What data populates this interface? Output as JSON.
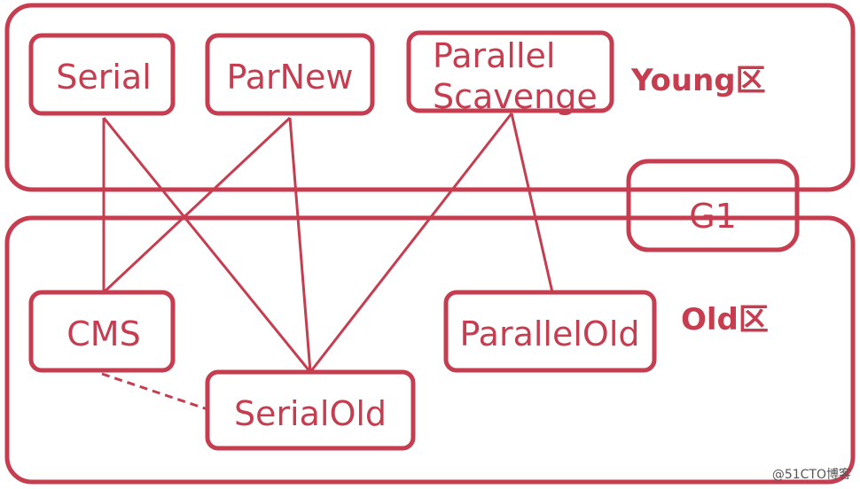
{
  "regions": {
    "young": "Young区",
    "old": "Old区"
  },
  "collectors": {
    "serial": "Serial",
    "parnew": "ParNew",
    "parallel_scavenge_line1": "Parallel",
    "parallel_scavenge_line2": "Scavenge",
    "g1": "G1",
    "cms": "CMS",
    "parallel_old": "ParallelOld",
    "serial_old": "SerialOld"
  },
  "watermark": "@51CTO博客",
  "colors": {
    "accent": "#c63d50",
    "background": "#ffffff"
  }
}
